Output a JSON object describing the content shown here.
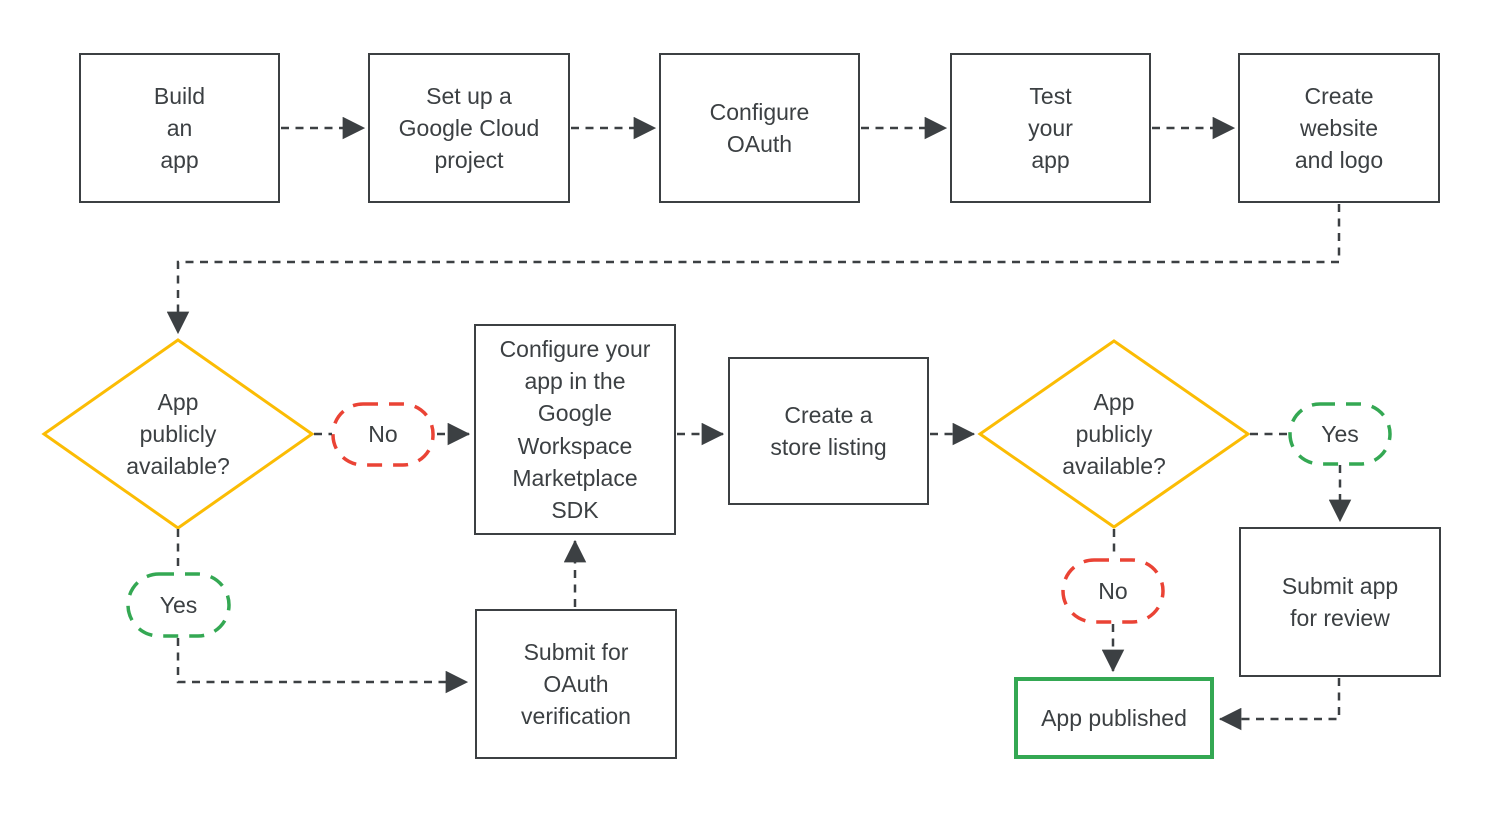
{
  "diagram": {
    "description": "Google Workspace Marketplace app publishing flowchart",
    "colors": {
      "outline": "#3c4043",
      "text": "#3c4043",
      "decision_yellow": "#fbbc04",
      "no_red": "#ea4335",
      "yes_green": "#34a853",
      "published_green": "#34a853",
      "background": "#ffffff"
    },
    "nodes": {
      "build_app": {
        "label": "Build\nan\napp"
      },
      "setup_project": {
        "label": "Set up a\nGoogle Cloud\nproject"
      },
      "configure_oauth": {
        "label": "Configure\nOAuth"
      },
      "test_app": {
        "label": "Test\nyour\napp"
      },
      "create_website": {
        "label": "Create\nwebsite\nand logo"
      },
      "configure_sdk": {
        "label": "Configure your\napp in the\nGoogle\nWorkspace\nMarketplace\nSDK"
      },
      "store_listing": {
        "label": "Create a\nstore listing"
      },
      "submit_oauth": {
        "label": "Submit for\nOAuth\nverification"
      },
      "submit_review": {
        "label": "Submit app\nfor review"
      },
      "app_published": {
        "label": "App published"
      }
    },
    "decisions": {
      "decision_1": {
        "label": "App\npublicly\navailable?"
      },
      "decision_2": {
        "label": "App\npublicly\navailable?"
      }
    },
    "branch_labels": {
      "no_1": {
        "label": "No"
      },
      "yes_1": {
        "label": "Yes"
      },
      "yes_2": {
        "label": "Yes"
      },
      "no_2": {
        "label": "No"
      }
    }
  }
}
